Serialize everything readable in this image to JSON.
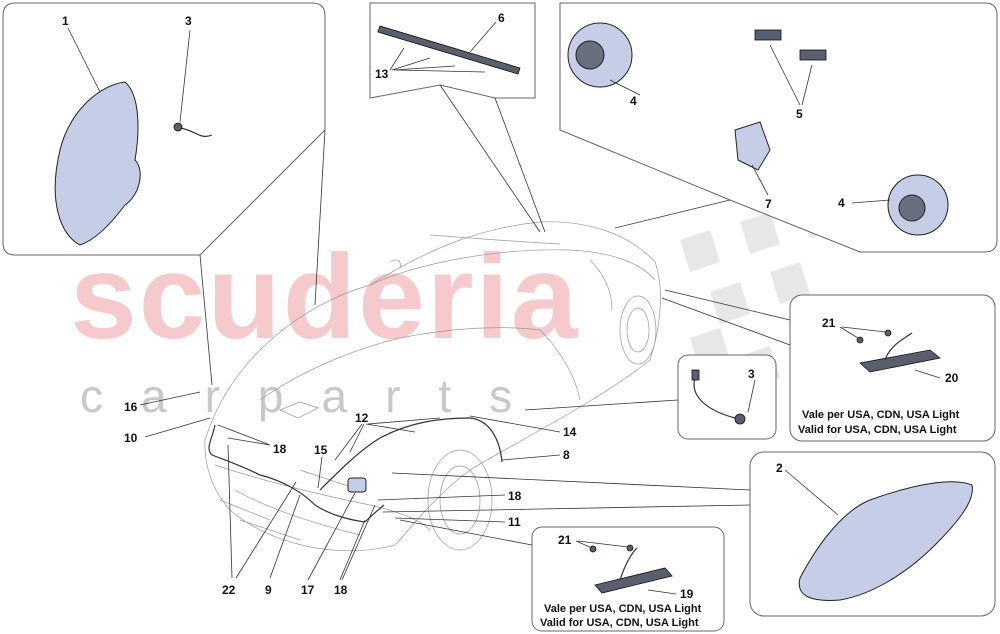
{
  "watermark": {
    "brand": "scuderia",
    "sub": "carparts"
  },
  "callouts": [
    {
      "id": "c1",
      "text": "1"
    },
    {
      "id": "c3a",
      "text": "3"
    },
    {
      "id": "c6",
      "text": "6"
    },
    {
      "id": "c13",
      "text": "13"
    },
    {
      "id": "c4a",
      "text": "4"
    },
    {
      "id": "c5",
      "text": "5"
    },
    {
      "id": "c7",
      "text": "7"
    },
    {
      "id": "c4b",
      "text": "4"
    },
    {
      "id": "c21a",
      "text": "21"
    },
    {
      "id": "c20",
      "text": "20"
    },
    {
      "id": "c3b",
      "text": "3"
    },
    {
      "id": "c16",
      "text": "16"
    },
    {
      "id": "c10",
      "text": "10"
    },
    {
      "id": "c18a",
      "text": "18"
    },
    {
      "id": "c12",
      "text": "12"
    },
    {
      "id": "c15",
      "text": "15"
    },
    {
      "id": "c14",
      "text": "14"
    },
    {
      "id": "c8",
      "text": "8"
    },
    {
      "id": "c18b",
      "text": "18"
    },
    {
      "id": "c11",
      "text": "11"
    },
    {
      "id": "c22",
      "text": "22"
    },
    {
      "id": "c9",
      "text": "9"
    },
    {
      "id": "c17",
      "text": "17"
    },
    {
      "id": "c18c",
      "text": "18"
    },
    {
      "id": "c2",
      "text": "2"
    },
    {
      "id": "c21b",
      "text": "21"
    },
    {
      "id": "c19",
      "text": "19"
    }
  ],
  "notes": {
    "box20_line1": "Vale per USA, CDN, USA Light",
    "box20_line2": "Valid for USA, CDN, USA Light",
    "box19_line1": "Vale per USA, CDN, USA Light",
    "box19_line2": "Valid for USA, CDN, USA Light"
  }
}
